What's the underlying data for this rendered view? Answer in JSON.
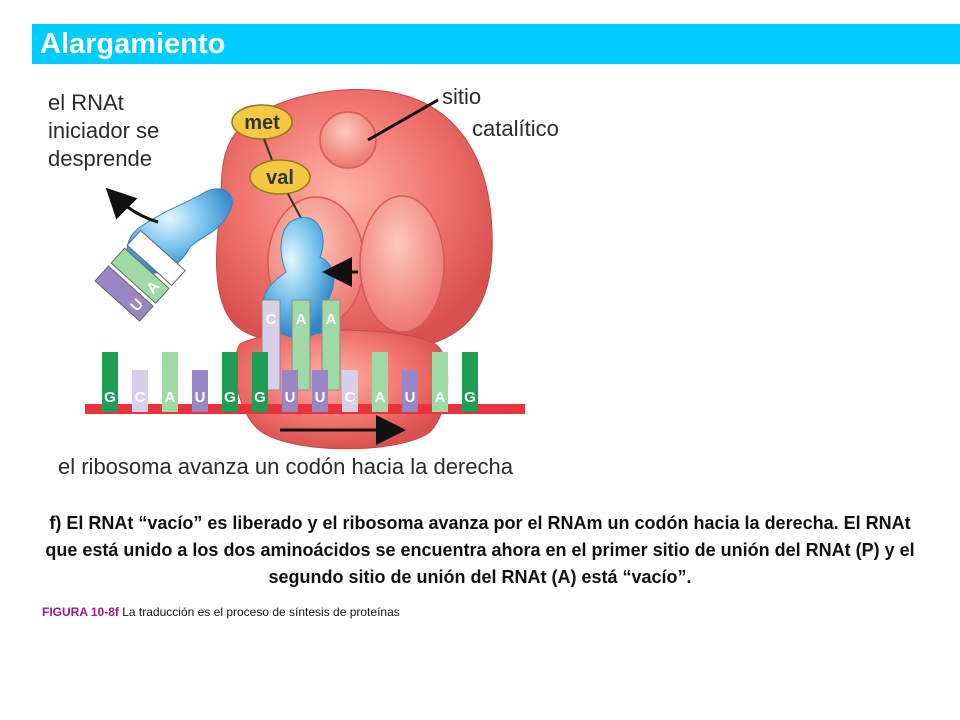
{
  "header": {
    "title": "Alargamiento",
    "bar_color": "#00ccff"
  },
  "diagram": {
    "labels": {
      "initiator": [
        "el RNAt",
        "iniciador se",
        "desprende"
      ],
      "site": [
        "sitio",
        "catalítico"
      ],
      "advance": "el ribosoma avanza un codón hacia la derecha"
    },
    "amino_acids": [
      "met",
      "val"
    ],
    "mrna_bases": [
      "G",
      "C",
      "A",
      "U",
      "G",
      "G",
      "U",
      "U",
      "C",
      "A",
      "U",
      "A",
      "G"
    ],
    "leaving_trna_anticodon": [
      "U",
      "A",
      "C"
    ],
    "bound_trna_anticodon": [
      "C",
      "A",
      "A"
    ],
    "colors": {
      "ribosome": "#f0746e",
      "mrna": "#e8333a",
      "G": "#1e9e55",
      "C": "#d8d0e8",
      "A": "#9fd9a6",
      "U": "#9a86c4",
      "amino_acid": "#f5c842"
    }
  },
  "caption": "f) El RNAt “vacío” es liberado y el ribosoma avanza por el RNAm un codón hacia la derecha. El RNAt que está unido a los dos aminoácidos se encuentra ahora en el primer sitio de unión del RNAt (P) y el segundo sitio de unión del RNAt (A) está “vacío”.",
  "figure": {
    "label": "FIGURA 10-8f",
    "text": "La traducción es el proceso de síntesis de proteínas"
  }
}
